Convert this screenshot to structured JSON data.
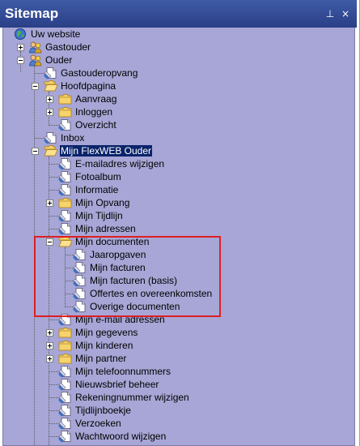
{
  "window": {
    "title": "Sitemap",
    "pin_glyph": "⊥",
    "close_glyph": "×"
  },
  "tree": {
    "root": "Uw website",
    "gastouder": "Gastouder",
    "ouder": "Ouder",
    "gastouderopvang": "Gastouderopvang",
    "hoofdpagina": "Hoofdpagina",
    "aanvraag": "Aanvraag",
    "inloggen": "Inloggen",
    "overzicht": "Overzicht",
    "inbox": "Inbox",
    "mijn_flexweb_ouder": "Mijn FlexWEB Ouder",
    "emailadres_wijzigen": "E-mailadres wijzigen",
    "fotoalbum": "Fotoalbum",
    "informatie": "Informatie",
    "mijn_opvang": "Mijn Opvang",
    "mijn_tijdlijn": "Mijn Tijdlijn",
    "mijn_adressen": "Mijn adressen",
    "mijn_documenten": "Mijn documenten",
    "jaaropgaven": "Jaaropgaven",
    "mijn_facturen": "Mijn facturen",
    "mijn_facturen_basis": "Mijn facturen (basis)",
    "offertes": "Offertes en overeenkomsten",
    "overige_documenten": "Overige documenten",
    "mijn_email_adressen": "Mijn e-mail adressen",
    "mijn_gegevens": "Mijn gegevens",
    "mijn_kinderen": "Mijn kinderen",
    "mijn_partner": "Mijn partner",
    "mijn_telefoonnummers": "Mijn telefoonnummers",
    "nieuwsbrief_beheer": "Nieuwsbrief beheer",
    "rekeningnummer_wijzigen": "Rekeningnummer wijzigen",
    "tijdlijnboekje": "Tijdlijnboekje",
    "verzoeken": "Verzoeken",
    "wachtwoord_wijzigen": "Wachtwoord wijzigen"
  },
  "colors": {
    "titlebar": "#2f4896",
    "tree_background": "#a7a6d6",
    "selection": "#0a246a",
    "annotation_box": "#dd1f24",
    "folder": "#f6d46b",
    "page": "#ffffff"
  }
}
